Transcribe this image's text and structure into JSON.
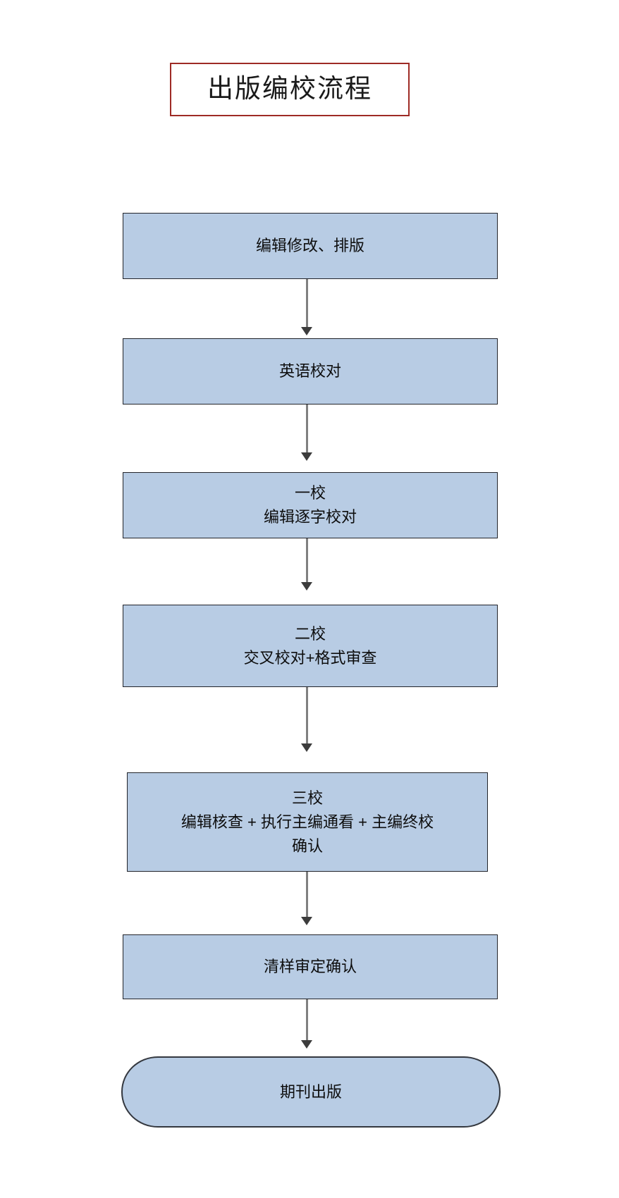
{
  "document": {
    "title": "出版编校流程",
    "title_border_color": "#9e2b25",
    "node_fill_color": "#b8cce4",
    "node_border_color": "#22242a",
    "connector_color": "#808080"
  },
  "flow": {
    "nodes": [
      {
        "id": "edit-format",
        "shape": "process",
        "label": "编辑修改、排版"
      },
      {
        "id": "english-proofread",
        "shape": "process",
        "label": "英语校对"
      },
      {
        "id": "first-proof",
        "shape": "process",
        "label": "一校\n编辑逐字校对"
      },
      {
        "id": "second-proof",
        "shape": "process",
        "label": "二校\n交叉校对+格式审查"
      },
      {
        "id": "third-proof",
        "shape": "process",
        "label": "三校\n编辑核查 + 执行主编通看 + 主编终校\n确认"
      },
      {
        "id": "final-approval",
        "shape": "process",
        "label": "清样审定确认"
      },
      {
        "id": "journal-publish",
        "shape": "terminal",
        "label": "期刊出版"
      }
    ],
    "connectors": [
      {
        "id": "c1",
        "from": "edit-format",
        "to": "english-proofread"
      },
      {
        "id": "c2",
        "from": "english-proofread",
        "to": "first-proof"
      },
      {
        "id": "c3",
        "from": "first-proof",
        "to": "second-proof"
      },
      {
        "id": "c4",
        "from": "second-proof",
        "to": "third-proof"
      },
      {
        "id": "c5",
        "from": "third-proof",
        "to": "final-approval"
      },
      {
        "id": "c6",
        "from": "final-approval",
        "to": "journal-publish"
      }
    ]
  }
}
